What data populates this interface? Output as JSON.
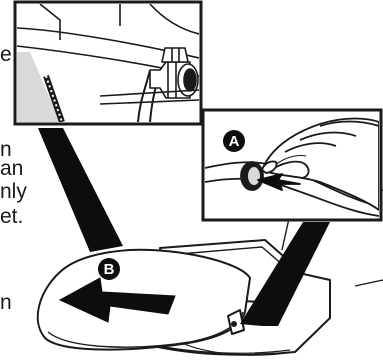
{
  "callouts": {
    "a": "A",
    "b": "B"
  },
  "clipped_text_fragments": [
    "e",
    "n",
    "an",
    "nly",
    "et.",
    "n"
  ],
  "colors": {
    "ink": "#1a1a1a",
    "arrow": "#0d0d0d",
    "fill": "#ffffff",
    "shade": "#d9d9d9"
  }
}
